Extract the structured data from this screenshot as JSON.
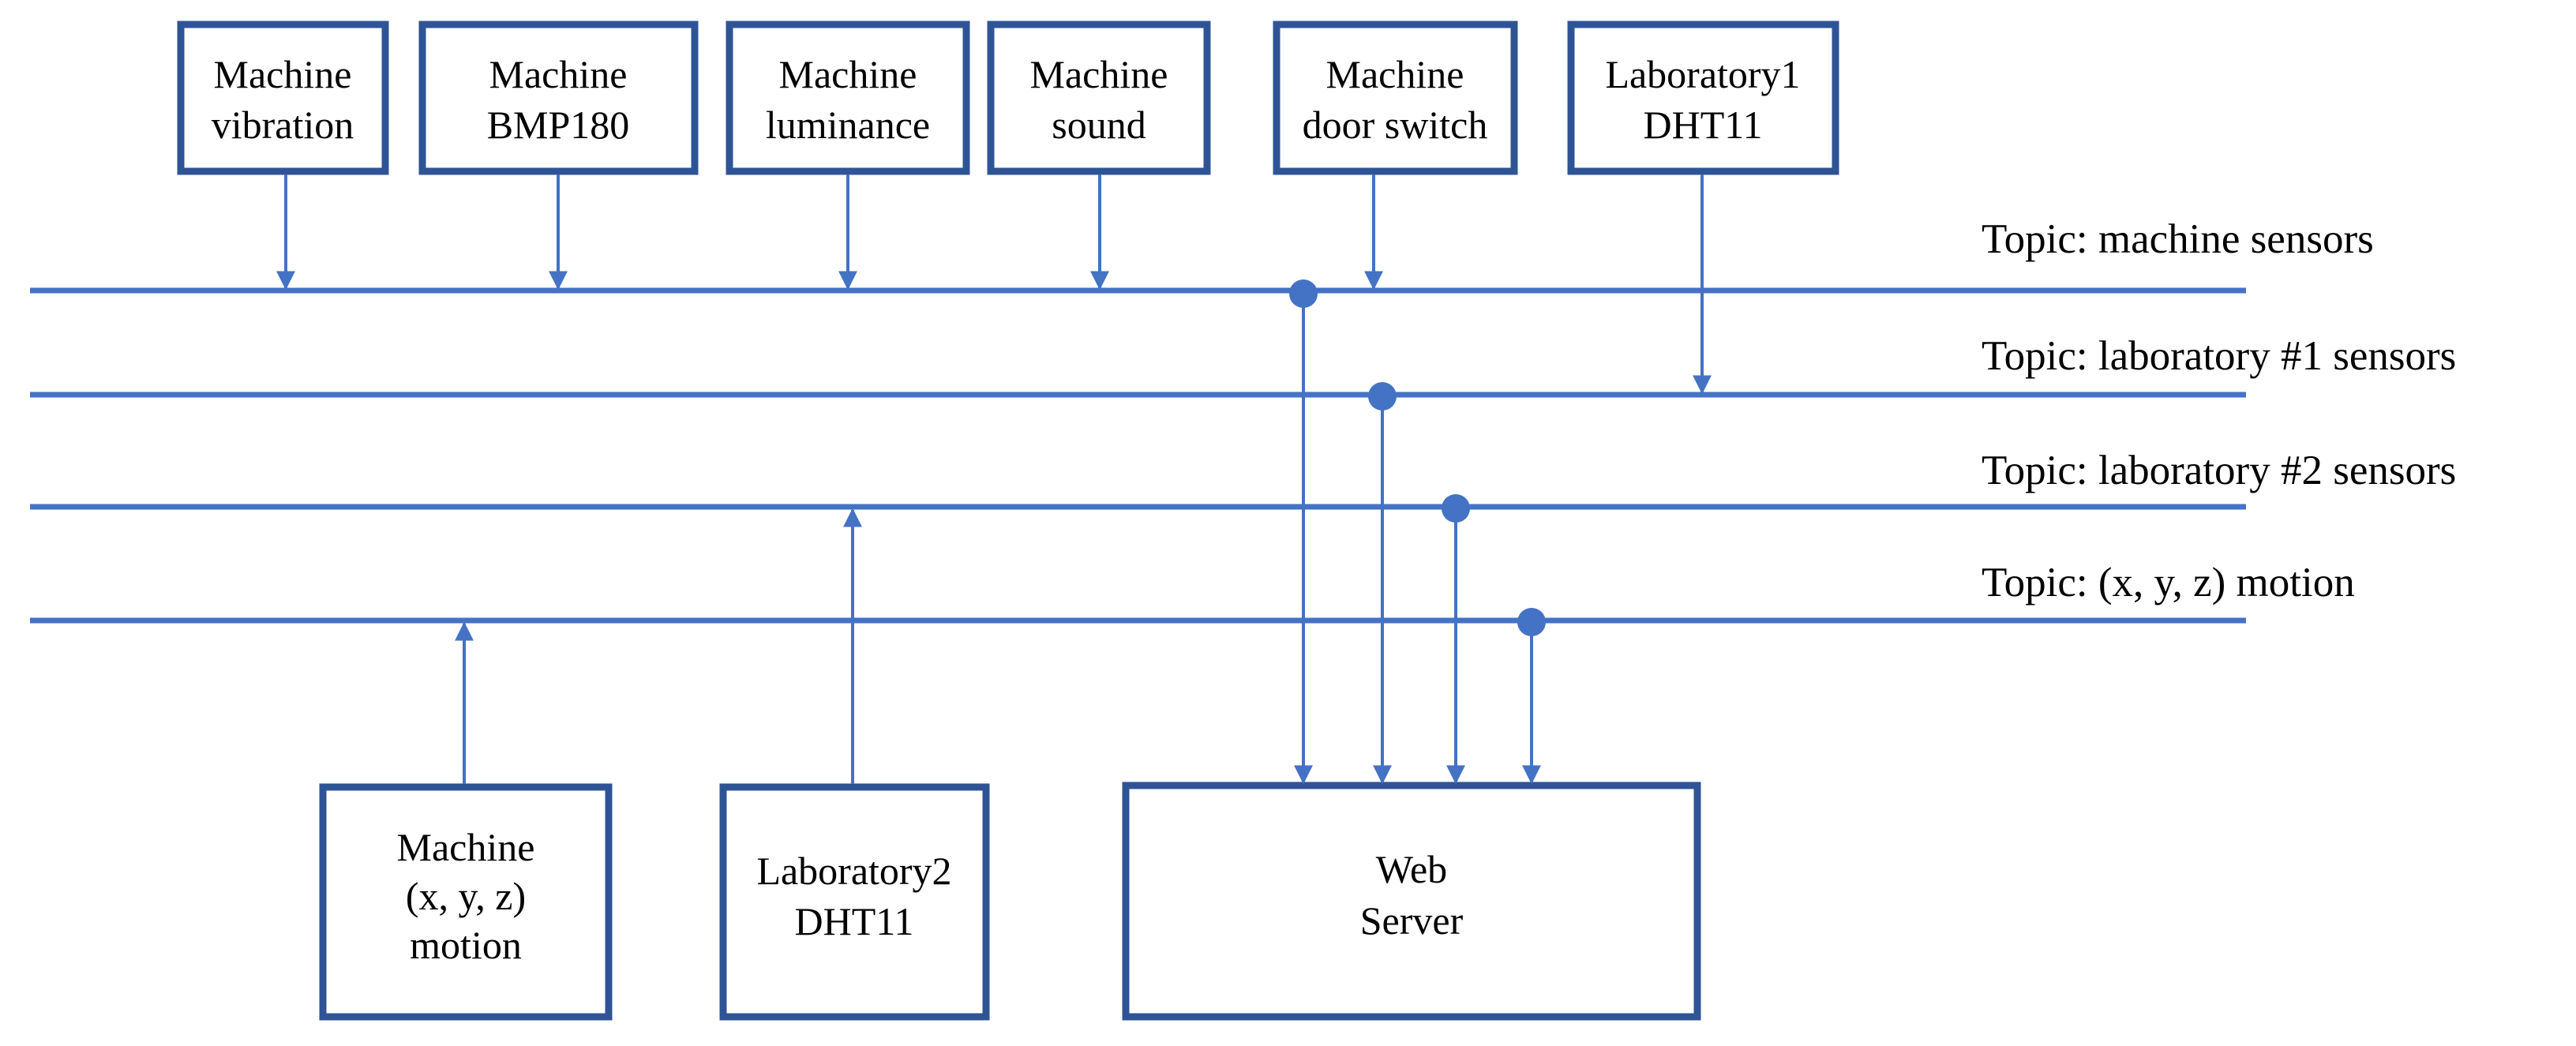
{
  "colors": {
    "box_border": "#2f5496",
    "line": "#4472c4",
    "text": "#000000",
    "background": "#ffffff"
  },
  "topics": [
    {
      "label": "Topic: machine sensors"
    },
    {
      "label": "Topic: laboratory #1 sensors"
    },
    {
      "label": "Topic: laboratory #2 sensors"
    },
    {
      "label": "Topic: (x, y, z) motion"
    }
  ],
  "publishers_top": [
    {
      "lines": [
        "Machine",
        "vibration"
      ]
    },
    {
      "lines": [
        "Machine",
        "BMP180"
      ]
    },
    {
      "lines": [
        "Machine",
        "luminance"
      ]
    },
    {
      "lines": [
        "Machine",
        "sound"
      ]
    },
    {
      "lines": [
        "Machine",
        "door switch"
      ]
    },
    {
      "lines": [
        "Laboratory1",
        "DHT11"
      ]
    }
  ],
  "publishers_bottom": [
    {
      "lines": [
        "Machine",
        "(x, y, z)",
        "motion"
      ]
    },
    {
      "lines": [
        "Laboratory2",
        "DHT11"
      ]
    }
  ],
  "server": {
    "lines": [
      "Web",
      "Server"
    ]
  }
}
